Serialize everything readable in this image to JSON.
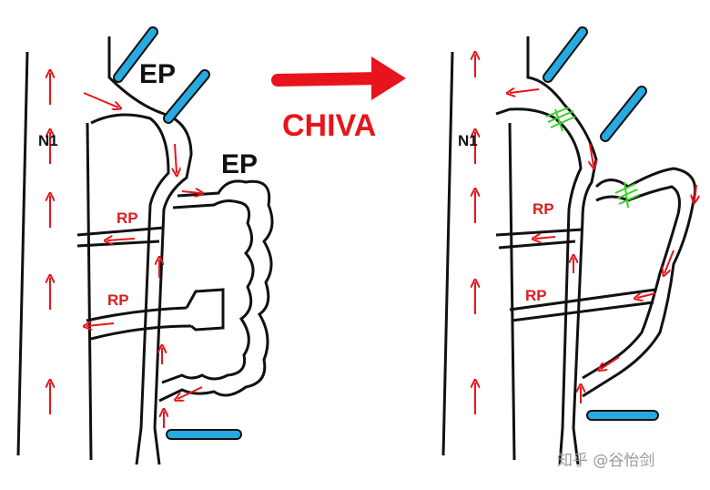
{
  "labels": {
    "ep_top": "EP",
    "ep_mid": "EP",
    "n1_left": "N1",
    "n1_right": "N1",
    "rp_left_1": "RP",
    "rp_left_2": "RP",
    "rp_right_1": "RP",
    "rp_right_2": "RP",
    "transition": "CHIVA"
  },
  "watermark": "知乎 @谷怡剑",
  "colors": {
    "line": "#111111",
    "flow_arrow": "#e8141b",
    "probe_blue": "#27a9e1",
    "ligation_green": "#3ccf2a",
    "rp_text": "#d81e1e"
  }
}
